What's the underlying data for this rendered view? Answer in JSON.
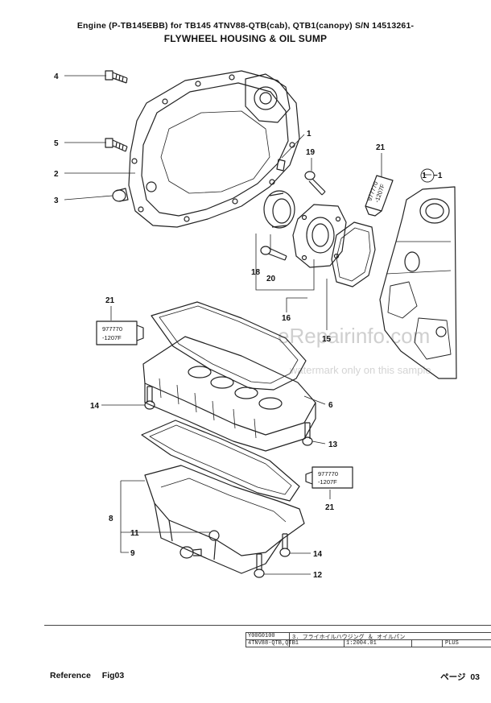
{
  "header": {
    "line1": "Engine (P-TB145EBB) for TB145  4TNV88-QTB(cab), QTB1(canopy)  S/N 14513261-",
    "line2": "FLYWHEEL HOUSING & OIL SUMP"
  },
  "callouts": [
    "4",
    "5",
    "2",
    "3",
    "1",
    "19",
    "21",
    "1",
    "18",
    "20",
    "16",
    "15",
    "21",
    "14",
    "6",
    "13",
    "21",
    "8",
    "11",
    "9",
    "14",
    "12"
  ],
  "sealant_label": {
    "line1": "977770",
    "line2": "-1207F"
  },
  "watermark": {
    "site": "eRepairinfo.com",
    "note": "watermark only on this sample"
  },
  "title_block": {
    "code": "Y00G0100",
    "model": "4TNV88-QTB,QTB1",
    "section": "3. フライホイルハウジング ＆ オイルパン",
    "date": "1:2004.01",
    "mark": "PLUS"
  },
  "footer": {
    "reference_label": "Reference",
    "fig": "Fig03",
    "page_label": "ページ",
    "page_number": "03"
  }
}
